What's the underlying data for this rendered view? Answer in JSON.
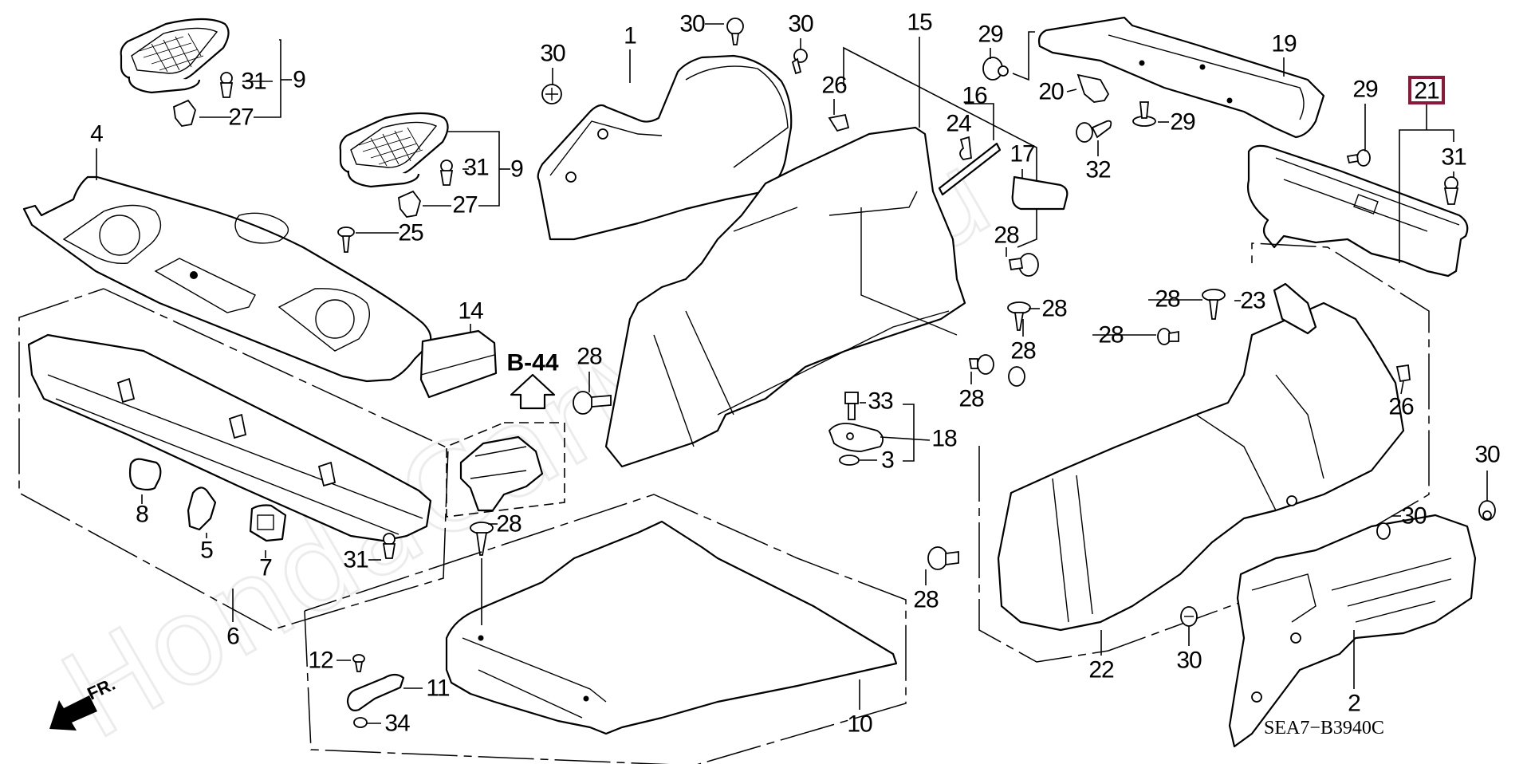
{
  "diagram": {
    "title": "Rear tray / trunk lining parts diagram",
    "watermark": "HondaCarMine.ru",
    "drawing_code": "SEA7−B3940C",
    "reference": "B-44",
    "front_indicator": "FR.",
    "highlighted_part": "21",
    "highlight_color": "#8b1a3a",
    "callouts": [
      "9",
      "31",
      "27",
      "9",
      "31",
      "27",
      "25",
      "4",
      "14",
      "30",
      "1",
      "30",
      "30",
      "26",
      "15",
      "16",
      "24",
      "17",
      "29",
      "20",
      "19",
      "32",
      "29",
      "29",
      "21",
      "31",
      "28",
      "28",
      "28",
      "28",
      "23",
      "28",
      "28",
      "26",
      "28",
      "33",
      "18",
      "3",
      "8",
      "5",
      "7",
      "31",
      "6",
      "28",
      "12",
      "11",
      "34",
      "10",
      "28",
      "22",
      "30",
      "30",
      "30",
      "2"
    ]
  }
}
